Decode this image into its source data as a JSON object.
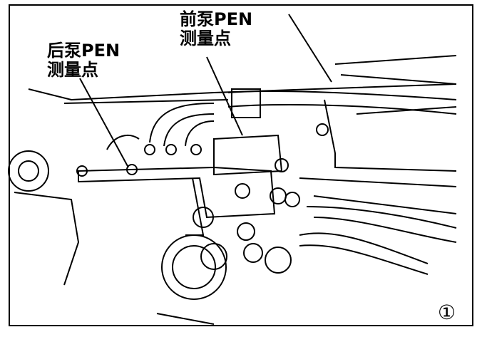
{
  "labels": {
    "front_pump": {
      "line1": "前泵PEN",
      "line2": "测量点"
    },
    "rear_pump": {
      "line1": "后泵PEN",
      "line2": "测量点"
    }
  },
  "figure_number": "①"
}
